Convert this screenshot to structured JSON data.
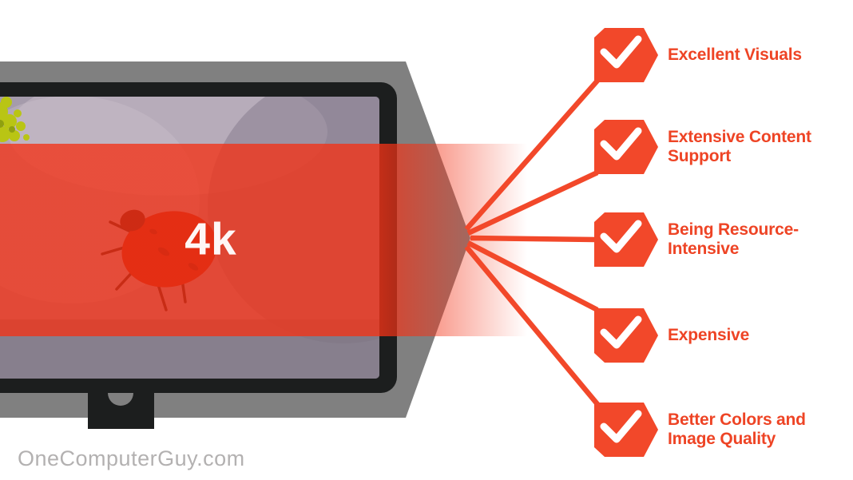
{
  "page": {
    "watermark": "OneComputerGuy.com"
  },
  "monitor": {
    "screen_label": "4k",
    "screen_content": "ladybug-on-flower-photo"
  },
  "benefits": {
    "items": [
      {
        "icon": "check-icon",
        "line1": "Excellent Visuals",
        "line2": ""
      },
      {
        "icon": "check-icon",
        "line1": "Extensive Content",
        "line2": "Support"
      },
      {
        "icon": "check-icon",
        "line1": "Being Resource-",
        "line2": "Intensive"
      },
      {
        "icon": "check-icon",
        "line1": "Expensive",
        "line2": ""
      },
      {
        "icon": "check-icon",
        "line1": "Better Colors and",
        "line2": "Image Quality"
      }
    ]
  },
  "colors": {
    "accent_orange": "#F2482A",
    "label_text": "#EE4425",
    "arrow_gray": "#808080",
    "bezel_black": "#1C1E1E",
    "check_white": "#FFFFFF",
    "watermark_gray": "#B3B1B1",
    "overlay_red": "#F33216"
  }
}
